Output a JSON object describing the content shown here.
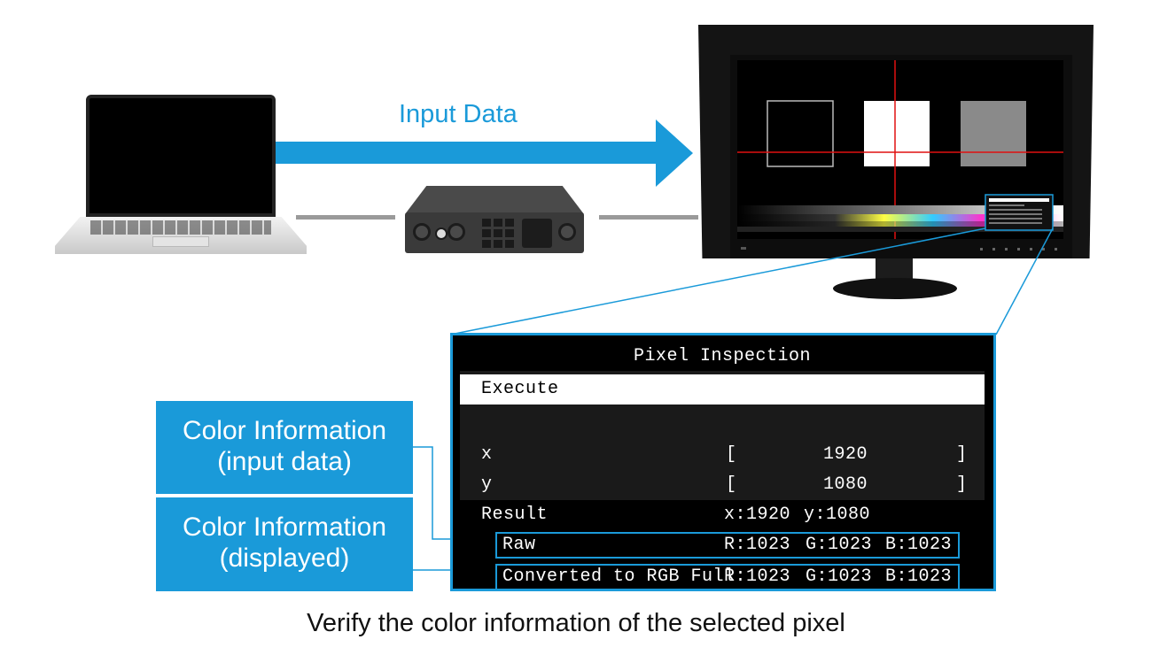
{
  "arrow": {
    "label": "Input Data",
    "color": "#1a9ad9"
  },
  "devices": {
    "laptop": {
      "icon": "laptop-icon"
    },
    "player": {
      "icon": "signal-generator-icon"
    },
    "monitor": {
      "icon": "monitor-icon"
    }
  },
  "pixel_inspection": {
    "title": "Pixel Inspection",
    "execute_label": "Execute",
    "x_label": "x",
    "x_open": "[",
    "x_value": "1920",
    "x_close": "]",
    "y_label": "y",
    "y_open": "[",
    "y_value": "1080",
    "y_close": "]",
    "result_label": "Result",
    "result_x": "x:1920",
    "result_y": "y:1080",
    "raw_label": "Raw",
    "raw_r": "R:1023",
    "raw_g": "G:1023",
    "raw_b": "B:1023",
    "converted_label": "Converted to RGB Full",
    "conv_r": "R:1023",
    "conv_g": "G:1023",
    "conv_b": "B:1023"
  },
  "callouts": {
    "input_line1": "Color Information",
    "input_line2": "(input data)",
    "displayed_line1": "Color Information",
    "displayed_line2": "(displayed)"
  },
  "caption": "Verify the color information of the selected pixel"
}
